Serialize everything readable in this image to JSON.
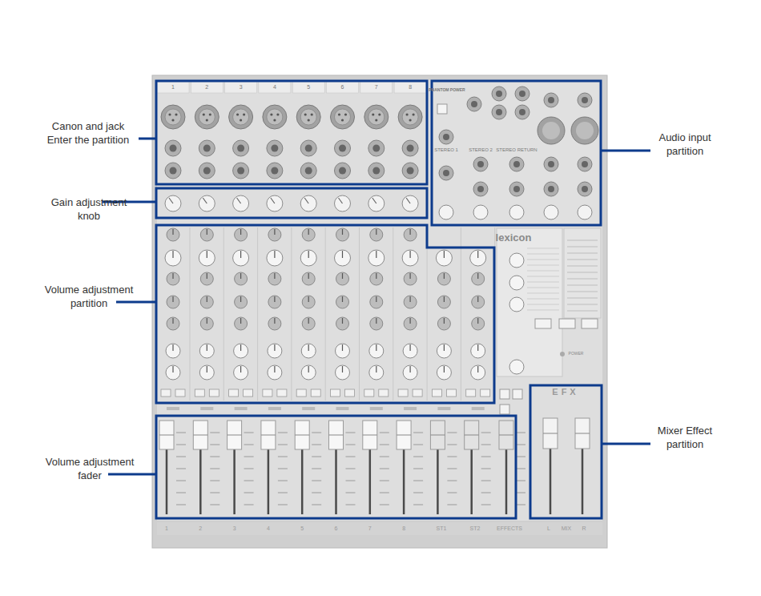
{
  "diagram": {
    "labels": [
      "Canon and jack Enter the partition",
      "Gain adjustment knob",
      "Volume adjustment partition",
      "Volume adjustment fader",
      "Audio input partition",
      "Mixer Effect partition",
      "1",
      "2",
      "3",
      "4",
      "5",
      "6",
      "7",
      "8",
      "PHANTOM POWER",
      "STEREO 1",
      "STEREO 2",
      "STEREO RETURN",
      "lexicon",
      "POWER",
      "EFX",
      "1",
      "2",
      "3",
      "4",
      "5",
      "6",
      "7",
      "8",
      "ST1",
      "ST2",
      "EFFECTS",
      "L",
      "MIX",
      "R"
    ]
  }
}
